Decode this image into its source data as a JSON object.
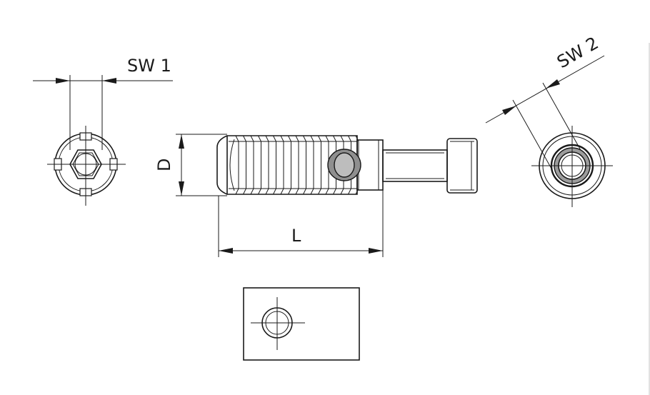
{
  "dimensions": {
    "sw1": "SW 1",
    "sw2": "SW 2",
    "d": "D",
    "l": "L"
  },
  "views": {
    "end_left": "hex-socket-end-view",
    "side": "threaded-connector-side-view",
    "end_right": "round-head-end-view",
    "bottom": "nut-plate-top-view"
  }
}
